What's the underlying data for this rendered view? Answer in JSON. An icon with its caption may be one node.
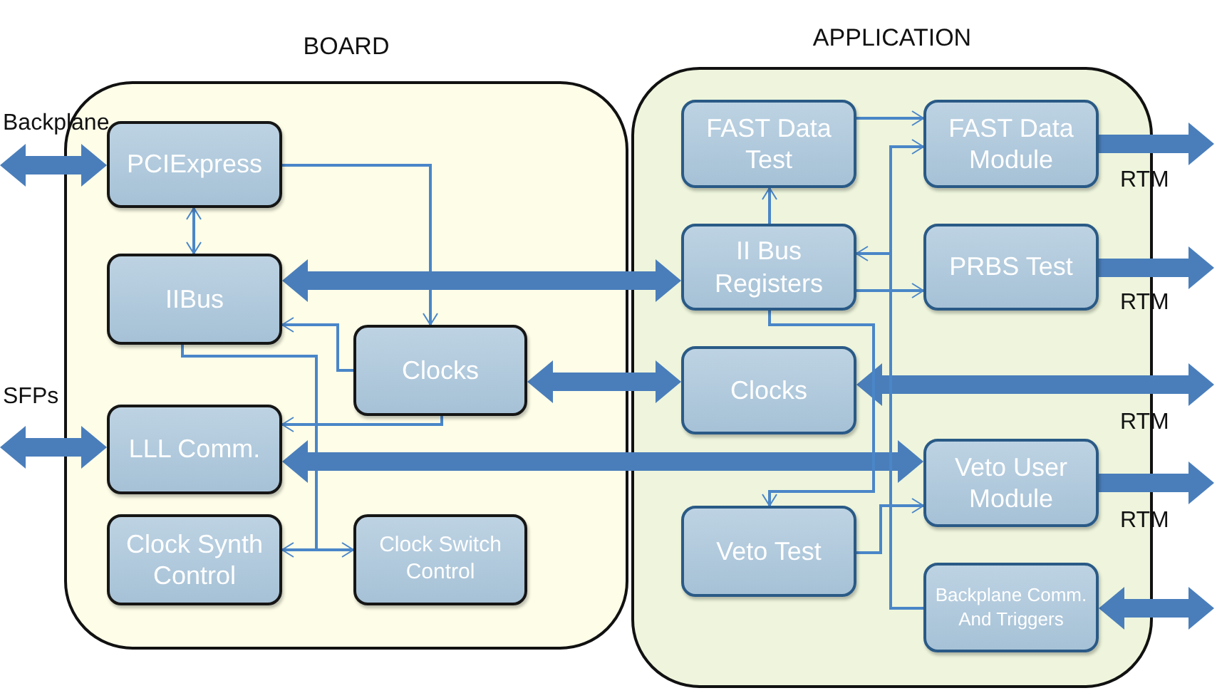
{
  "diagram": {
    "nodes": [
      {
        "text": [
          "BOARD"
        ]
      },
      {
        "text": [
          "PCIExpress"
        ],
        "in": 0
      },
      {
        "text": [
          "IIBus"
        ],
        "in": 0
      },
      {
        "text": [
          "Clocks"
        ],
        "in": 0
      },
      {
        "text": [
          "LLL Comm."
        ],
        "in": 0
      },
      {
        "text": [
          "Clock Synth Control"
        ],
        "in": 0
      },
      {
        "text": [
          "Clock Switch Control"
        ],
        "in": 0
      },
      {
        "text": [
          "APPLICATION"
        ]
      },
      {
        "text": [
          "FAST Data Test"
        ],
        "in": 7
      },
      {
        "text": [
          "FAST Data Module"
        ],
        "in": 7
      },
      {
        "text": [
          "II Bus Registers"
        ],
        "in": 7
      },
      {
        "text": [
          "PRBS Test"
        ],
        "in": 7
      },
      {
        "text": [
          "Clocks"
        ],
        "in": 7
      },
      {
        "text": [
          "Veto User Module"
        ],
        "in": 7
      },
      {
        "text": [
          "Veto Test"
        ],
        "in": 7
      },
      {
        "text": [
          "Backplane Comm. And Triggers"
        ],
        "in": 7
      }
    ],
    "edges": [
      {
        "from": null,
        "to": 1,
        "arrow": "both",
        "style": "thick",
        "label": "Backplane"
      },
      {
        "from": 1,
        "to": 2,
        "arrow": "both"
      },
      {
        "from": 1,
        "to": 3,
        "arrow": "to"
      },
      {
        "from": 10,
        "to": 2,
        "arrow": "both",
        "style": "thick"
      },
      {
        "from": 3,
        "to": 2,
        "arrow": "to"
      },
      {
        "from": 3,
        "to": 4,
        "arrow": "to"
      },
      {
        "from": 2,
        "to": 5,
        "arrow": "to"
      },
      {
        "from": 2,
        "to": 6,
        "arrow": "to"
      },
      {
        "from": 3,
        "to": 12,
        "arrow": "both",
        "style": "thick"
      },
      {
        "from": 4,
        "to": 13,
        "arrow": "both",
        "style": "thick"
      },
      {
        "from": null,
        "to": 4,
        "arrow": "both",
        "style": "thick",
        "label": "SFPs"
      },
      {
        "from": 12,
        "to": null,
        "arrow": "both",
        "style": "thick",
        "label": "RTM"
      },
      {
        "from": 9,
        "to": null,
        "arrow": "to",
        "style": "thick",
        "label": "RTM"
      },
      {
        "from": 11,
        "to": null,
        "arrow": "to",
        "style": "thick",
        "label": "RTM"
      },
      {
        "from": 13,
        "to": null,
        "arrow": "to",
        "style": "thick",
        "label": "RTM"
      },
      {
        "from": 15,
        "to": null,
        "arrow": "both",
        "style": "thick"
      },
      {
        "from": 8,
        "to": 9,
        "arrow": "to"
      },
      {
        "from": 10,
        "to": 8,
        "arrow": "to"
      },
      {
        "from": 10,
        "to": 11,
        "arrow": "to"
      },
      {
        "from": 10,
        "to": 14,
        "arrow": "to"
      },
      {
        "from": 15,
        "to": 9,
        "arrow": "to"
      },
      {
        "from": 15,
        "to": 10,
        "arrow": "to"
      },
      {
        "from": 14,
        "to": 13,
        "arrow": "to"
      }
    ]
  }
}
